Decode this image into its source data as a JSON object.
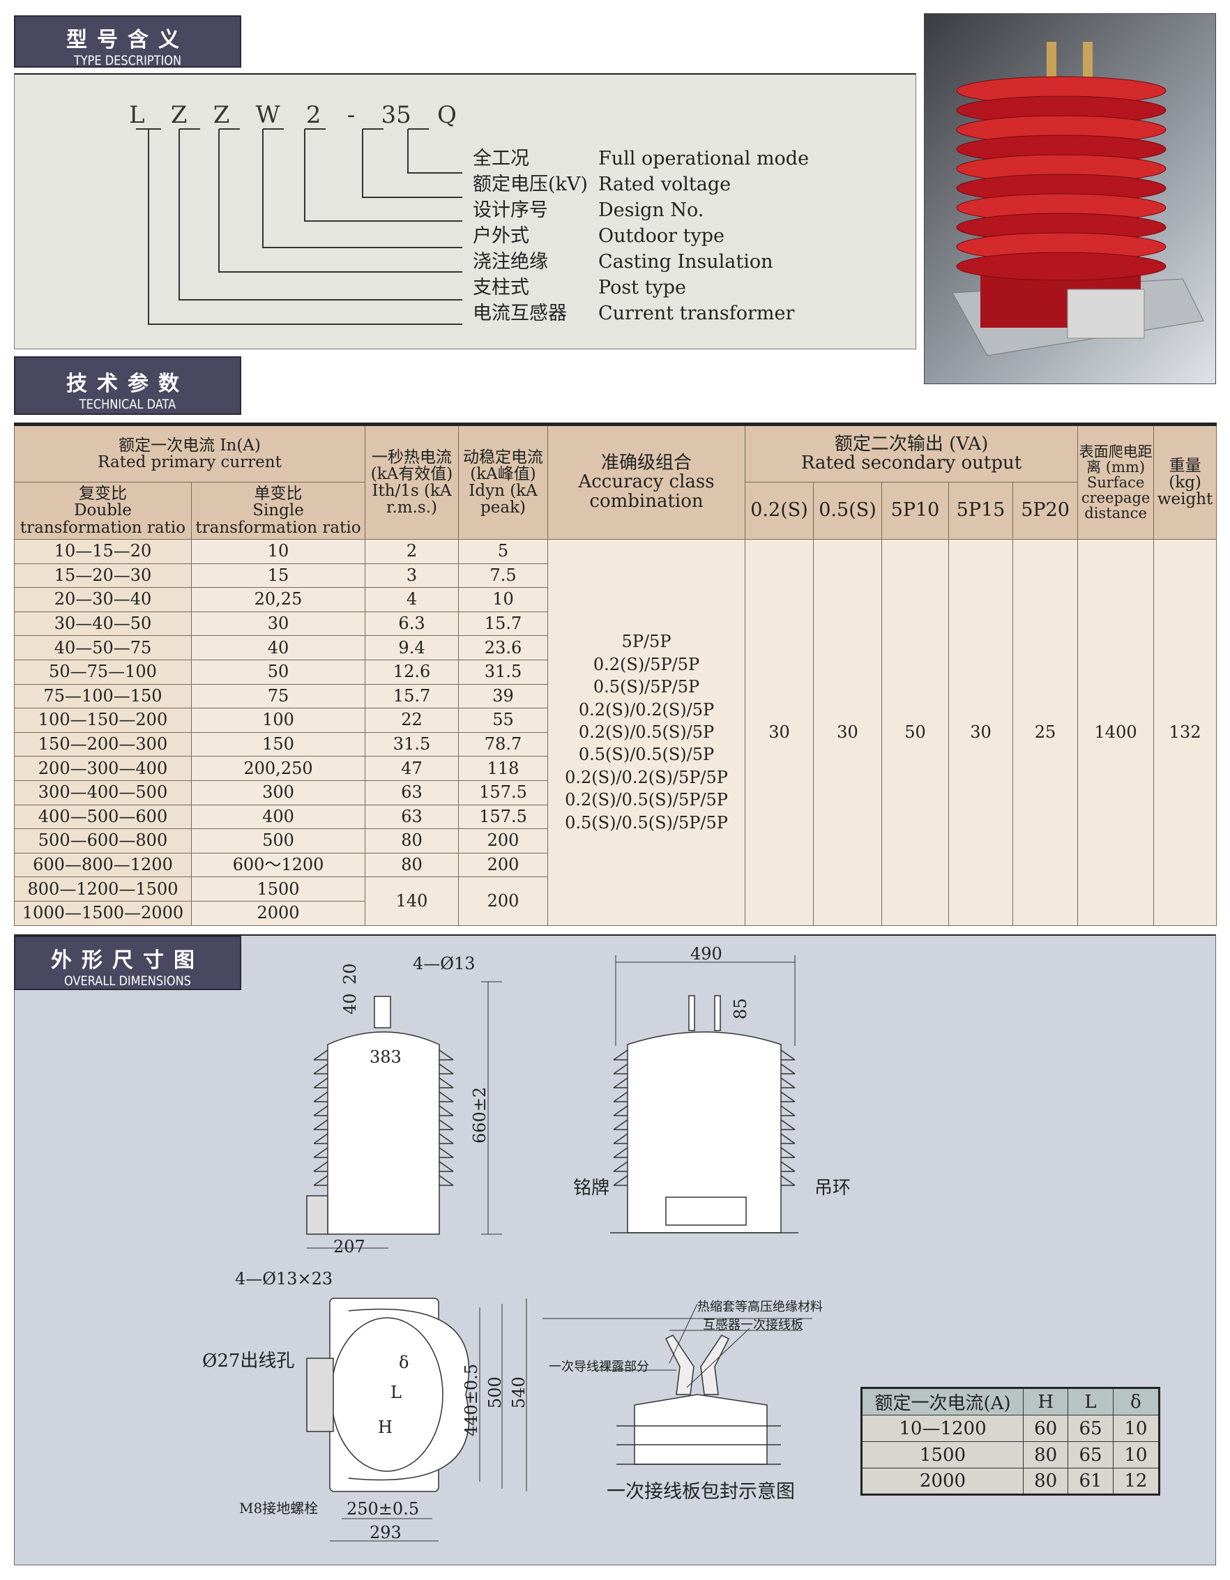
{
  "type_section": {
    "title_cn": "型号含义",
    "title_en": "TYPE DESCRIPTION",
    "code_letters": [
      "L",
      "Z",
      "Z",
      "W",
      "2",
      "-",
      "35",
      "Q"
    ],
    "items": [
      {
        "cn": "全工况",
        "en": "Full operational mode"
      },
      {
        "cn": "额定电压(kV)",
        "en": "Rated voltage"
      },
      {
        "cn": "设计序号",
        "en": "Design No."
      },
      {
        "cn": "户外式",
        "en": "Outdoor type"
      },
      {
        "cn": "浇注绝缘",
        "en": "Casting Insulation"
      },
      {
        "cn": "支柱式",
        "en": "Post type"
      },
      {
        "cn": "电流互感器",
        "en": "Current transformer"
      }
    ]
  },
  "tech_section": {
    "title_cn": "技术参数",
    "title_en": "TECHNICAL DATA",
    "headers": {
      "rated_primary_cn": "额定一次电流 In(A)",
      "rated_primary_en": "Rated primary current",
      "double_cn": "复变比",
      "double_en": "Double transformation ratio",
      "single_cn": "单变比",
      "single_en": "Single transformation ratio",
      "thermal_cn": "一秒热电流 (kA有效值)",
      "thermal_en": "Ith/1s (kA r.m.s.)",
      "dynamic_cn": "动稳定电流 (kA峰值)",
      "dynamic_en": "Idyn (kA peak)",
      "accuracy_cn": "准确级组合",
      "accuracy_en": "Accuracy class combination",
      "secondary_cn": "额定二次输出 (VA)",
      "secondary_en": "Rated secondary output",
      "secondary_classes": [
        "0.2(S)",
        "0.5(S)",
        "5P10",
        "5P15",
        "5P20"
      ],
      "creepage_cn": "表面爬电距离 (mm)",
      "creepage_en": "Surface creepage distance",
      "weight_cn": "重量 (kg)",
      "weight_en": "weight"
    },
    "rows": [
      {
        "double": "10—15—20",
        "single": "10",
        "ith": "2",
        "idyn": "5"
      },
      {
        "double": "15—20—30",
        "single": "15",
        "ith": "3",
        "idyn": "7.5"
      },
      {
        "double": "20—30—40",
        "single": "20,25",
        "ith": "4",
        "idyn": "10"
      },
      {
        "double": "30—40—50",
        "single": "30",
        "ith": "6.3",
        "idyn": "15.7"
      },
      {
        "double": "40—50—75",
        "single": "40",
        "ith": "9.4",
        "idyn": "23.6"
      },
      {
        "double": "50—75—100",
        "single": "50",
        "ith": "12.6",
        "idyn": "31.5"
      },
      {
        "double": "75—100—150",
        "single": "75",
        "ith": "15.7",
        "idyn": "39"
      },
      {
        "double": "100—150—200",
        "single": "100",
        "ith": "22",
        "idyn": "55"
      },
      {
        "double": "150—200—300",
        "single": "150",
        "ith": "31.5",
        "idyn": "78.7"
      },
      {
        "double": "200—300—400",
        "single": "200,250",
        "ith": "47",
        "idyn": "118"
      },
      {
        "double": "300—400—500",
        "single": "300",
        "ith": "63",
        "idyn": "157.5"
      },
      {
        "double": "400—500—600",
        "single": "400",
        "ith": "63",
        "idyn": "157.5"
      },
      {
        "double": "500—600—800",
        "single": "500",
        "ith": "80",
        "idyn": "200"
      },
      {
        "double": "600—800—1200",
        "single": "600～1200",
        "ith": "80",
        "idyn": "200"
      },
      {
        "double": "800—1200—1500",
        "single": "1500"
      },
      {
        "double": "1000—1500—2000",
        "single": "2000"
      }
    ],
    "merged_last": {
      "ith": "140",
      "idyn": "200"
    },
    "accuracy_list": [
      "5P/5P",
      "0.2(S)/5P/5P",
      "0.5(S)/5P/5P",
      "0.2(S)/0.2(S)/5P",
      "0.2(S)/0.5(S)/5P",
      "0.5(S)/0.5(S)/5P",
      "0.2(S)/0.2(S)/5P/5P",
      "0.2(S)/0.5(S)/5P/5P",
      "0.5(S)/0.5(S)/5P/5P"
    ],
    "secondary_values": [
      "30",
      "30",
      "50",
      "30",
      "25"
    ],
    "creepage": "1400",
    "weight": "132"
  },
  "dim_section": {
    "title_cn": "外形尺寸图",
    "title_en": "OVERALL DIMENSIONS",
    "front": {
      "holes": "4—Ø13",
      "d20": "20",
      "d40": "40",
      "d383": "383",
      "height": "660±2",
      "d207": "207"
    },
    "side": {
      "width": "490",
      "d85": "85",
      "nameplate": "铭牌",
      "lifting_ring": "吊环"
    },
    "bottom": {
      "slots": "4—Ø13×23",
      "outlet": "Ø27出线孔",
      "ground": "M8接地螺栓",
      "d250": "250±0.5",
      "d293": "293",
      "d440": "440±0.5",
      "d500": "500",
      "d540": "540",
      "delta": "δ",
      "L": "L",
      "H": "H"
    },
    "seal": {
      "heat_shrink": "热缩套等高压绝缘材料",
      "terminal_plate": "互感器一次接线板",
      "exposed": "一次导线裸露部分",
      "caption": "一次接线板包封示意图"
    },
    "hl_table": {
      "headers": [
        "额定一次电流(A)",
        "H",
        "L",
        "δ"
      ],
      "rows": [
        [
          "10—1200",
          "60",
          "65",
          "10"
        ],
        [
          "1500",
          "80",
          "65",
          "10"
        ],
        [
          "2000",
          "80",
          "61",
          "12"
        ]
      ]
    }
  }
}
